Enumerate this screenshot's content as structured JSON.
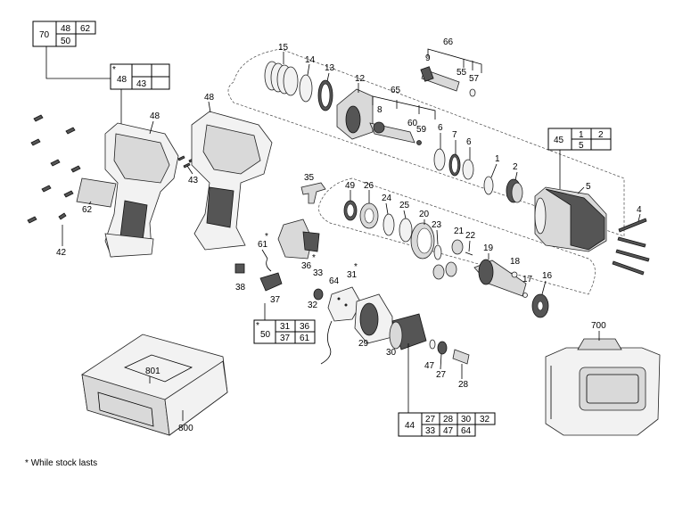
{
  "boxes": {
    "b70": {
      "r1": [
        "70",
        "48",
        "62"
      ],
      "r2": [
        "50"
      ]
    },
    "b48": {
      "star": "*",
      "r1": [
        "48"
      ],
      "r2": [
        "43"
      ]
    },
    "b66": "66",
    "b65": "65",
    "b45": {
      "main": "45",
      "r1": [
        "1",
        "2"
      ],
      "r2": [
        "5"
      ]
    },
    "b50": {
      "star": "*",
      "main": "50",
      "r1": [
        "31",
        "36"
      ],
      "r2": [
        "37",
        "61"
      ]
    },
    "b44": {
      "main": "44",
      "r1": [
        "27",
        "28",
        "30",
        "32"
      ],
      "r2": [
        "33",
        "47",
        "64"
      ]
    },
    "b700": "700"
  },
  "labels": {
    "l15": "15",
    "l14": "14",
    "l13": "13",
    "l12": "12",
    "l9": "9",
    "l55": "55",
    "l57": "57",
    "l8": "8",
    "l60": "60",
    "l59": "59",
    "l6a": "6",
    "l7": "7",
    "l6b": "6",
    "l1": "1",
    "l2": "2",
    "l5": "5",
    "l4": "4",
    "l48a": "48",
    "l48b": "48",
    "l43": "43",
    "l62": "62",
    "l42": "42",
    "l35": "35",
    "l49": "49",
    "l26": "26",
    "l24": "24",
    "l25": "25",
    "l20": "20",
    "l23": "23",
    "l21": "21",
    "l22": "22",
    "l19": "19",
    "l18": "18",
    "l17": "17",
    "l16": "16",
    "l61": "61",
    "l61s": "*",
    "l36": "36",
    "l36s": "*",
    "l38": "38",
    "l37": "37",
    "l33": "33",
    "l64": "64",
    "l31": "31",
    "l31s": "*",
    "l32": "32",
    "l29": "29",
    "l30": "30",
    "l47": "47",
    "l27": "27",
    "l28": "28",
    "l801": "801",
    "l800": "800"
  },
  "footnote": {
    "star": "*",
    "text": "While stock lasts"
  }
}
